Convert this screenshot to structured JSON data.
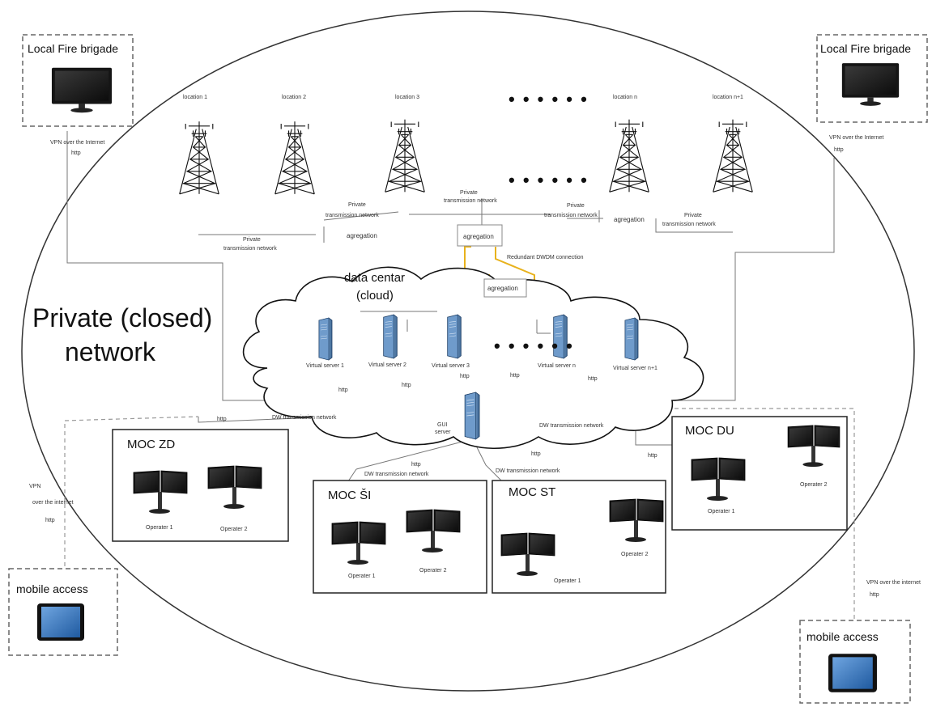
{
  "network_label_line1": "Private (closed)",
  "network_label_line2": "network",
  "fire_brigade_left": {
    "title": "Local Fire brigade",
    "vpn": "VPN   over the Internet",
    "proto": "http"
  },
  "fire_brigade_right": {
    "title": "Local Fire brigade",
    "vpn": "VPN   over the Internet",
    "proto": "http"
  },
  "locations": [
    "location 1",
    "location 2",
    "location 3",
    "location n",
    "location n+1"
  ],
  "ellipsis": "• • • • • •",
  "transmission": "Private transmission network",
  "transmission_l1": "Private",
  "transmission_l2": "transmission network",
  "aggregation": "agregation",
  "redundant": "Redundant DWDM connection",
  "cloud": {
    "line1": "data centar",
    "line2": "(cloud)"
  },
  "virtual_servers": [
    "Virtual server 1",
    "Virtual server 2",
    "Virtual server 3",
    "Virtual server n",
    "Virtual server n+1"
  ],
  "http": "http",
  "gui_server": {
    "line1": "GUI",
    "line2": "server"
  },
  "dwdm_net": "DW transmission network",
  "moc_zd": {
    "title": "MOC ZD",
    "op1": "Operater 1",
    "op2": "Operater 2"
  },
  "moc_si": {
    "title": "MOC ŠI",
    "op1": "Operater 1",
    "op2": "Operater 2"
  },
  "moc_st": {
    "title": "MOC ST",
    "op1": "Operater 1",
    "op2": "Operater 2"
  },
  "moc_du": {
    "title": "MOC DU",
    "op1": "Operater 1",
    "op2": "Operater 2"
  },
  "mobile_left": {
    "title": "mobile access",
    "vpn": "VPN",
    "over": "over the internet",
    "proto": "http"
  },
  "mobile_right": {
    "title": "mobile access",
    "vpn": "VPN   over the internet",
    "proto": "http"
  },
  "colors": {
    "server": "#5b86b8",
    "link_highlight": "#e8b21c",
    "screen": "#1a1a1a",
    "tablet": "#2a6db8"
  }
}
